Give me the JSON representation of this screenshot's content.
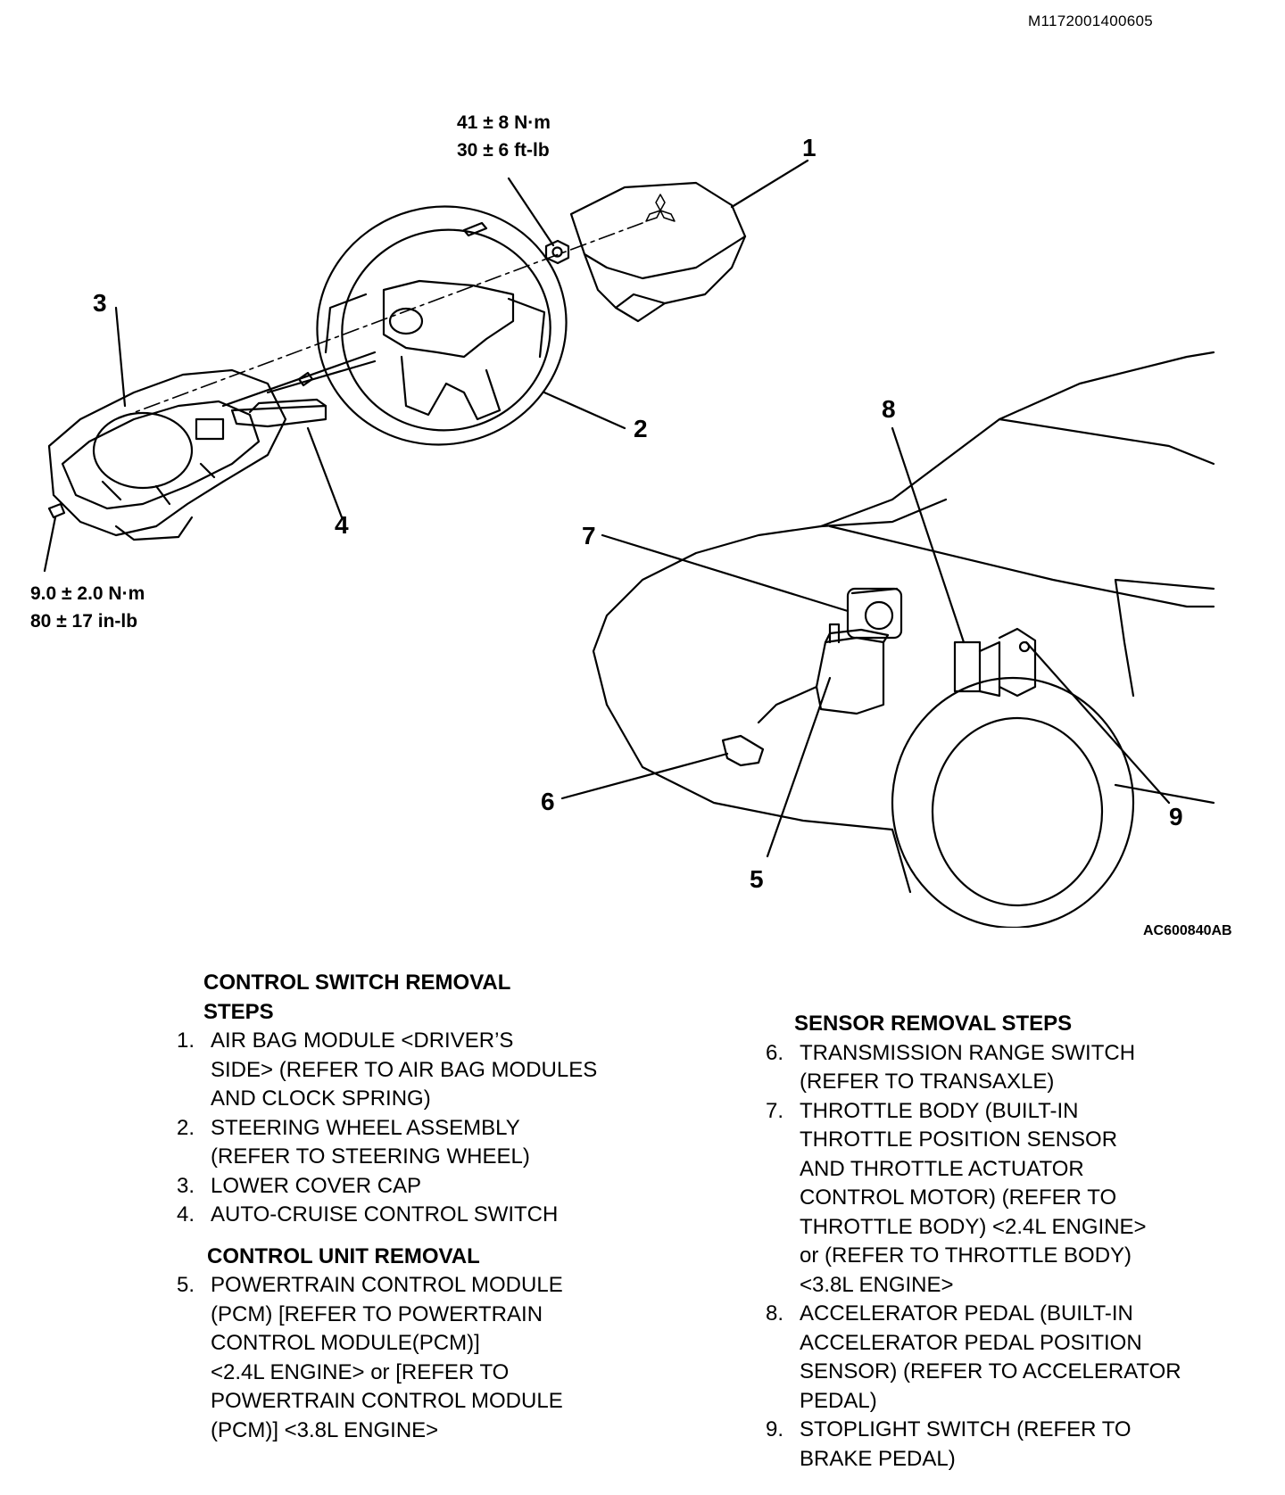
{
  "header": {
    "doc_id": "M1172001400605"
  },
  "figure": {
    "figure_id": "AC600840AB",
    "torque_nut": [
      "41 ± 8 N·m",
      "30 ± 6 ft-lb"
    ],
    "torque_screw": [
      "9.0 ± 2.0 N·m",
      "80 ± 17 in-lb"
    ],
    "callouts": [
      "1",
      "2",
      "3",
      "4",
      "5",
      "6",
      "7",
      "8",
      "9"
    ],
    "icons": [
      "mitsubishi-logo-icon"
    ]
  },
  "control_switch": {
    "title": [
      "CONTROL SWITCH REMOVAL",
      "STEPS"
    ],
    "steps": [
      {
        "n": "1.",
        "lines": [
          "AIR BAG MODULE <DRIVER’S",
          "SIDE> (REFER TO AIR BAG MODULES",
          "AND CLOCK SPRING)"
        ]
      },
      {
        "n": "2.",
        "lines": [
          "STEERING WHEEL ASSEMBLY",
          "(REFER TO STEERING WHEEL)"
        ]
      },
      {
        "n": "3.",
        "lines": [
          "LOWER COVER CAP"
        ]
      },
      {
        "n": "4.",
        "lines": [
          "AUTO-CRUISE CONTROL SWITCH"
        ]
      }
    ]
  },
  "control_unit": {
    "title": "CONTROL UNIT REMOVAL",
    "steps": [
      {
        "n": "5.",
        "lines": [
          "POWERTRAIN CONTROL MODULE",
          "(PCM) [REFER TO POWERTRAIN",
          "CONTROL MODULE(PCM)]",
          "<2.4L ENGINE> or [REFER TO",
          "POWERTRAIN CONTROL MODULE",
          "(PCM)] <3.8L ENGINE>"
        ]
      }
    ]
  },
  "sensor": {
    "title": "SENSOR REMOVAL STEPS",
    "steps": [
      {
        "n": "6.",
        "lines": [
          "TRANSMISSION RANGE SWITCH",
          "(REFER TO TRANSAXLE)"
        ]
      },
      {
        "n": "7.",
        "lines": [
          "THROTTLE BODY (BUILT-IN",
          "THROTTLE POSITION SENSOR",
          "AND THROTTLE ACTUATOR",
          "CONTROL MOTOR) (REFER TO",
          "THROTTLE BODY)  <2.4L ENGINE>",
          "or (REFER TO THROTTLE BODY)",
          "<3.8L ENGINE>"
        ]
      },
      {
        "n": "8.",
        "lines": [
          "ACCELERATOR PEDAL (BUILT-IN",
          "ACCELERATOR PEDAL POSITION",
          "SENSOR) (REFER TO ACCELERATOR",
          "PEDAL)"
        ]
      },
      {
        "n": "9.",
        "lines": [
          "STOPLIGHT SWITCH (REFER TO",
          "BRAKE PEDAL)"
        ]
      }
    ]
  }
}
